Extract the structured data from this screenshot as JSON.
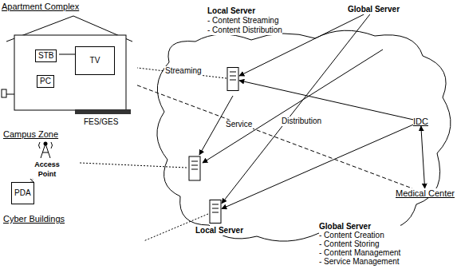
{
  "diagram": {
    "nodes": [
      {
        "text": [
          "Apartment Complex"
        ]
      },
      {
        "text": [
          "STB"
        ],
        "in": 0
      },
      {
        "text": [
          "TV"
        ],
        "in": 0
      },
      {
        "text": [
          "PC"
        ],
        "in": 0
      },
      {
        "text": [
          "Local Server",
          "- Content Streaming",
          "- Content Distribution"
        ]
      },
      {
        "text": [
          "Global Server"
        ]
      },
      {
        "text": [
          "IDC"
        ]
      },
      {
        "text": [
          "Access Point"
        ]
      },
      {
        "text": [
          "PDA"
        ]
      },
      {
        "text": [
          "Local Server"
        ]
      },
      {
        "text": [
          "Medical Center"
        ]
      },
      {
        "text": [
          "Global Server",
          "- Content Creation",
          "- Content Storing",
          "- Content Management",
          "- Service Management"
        ]
      }
    ],
    "edges": [
      {
        "from": 4,
        "to": 0,
        "arrow": "none"
      },
      {
        "from": 0,
        "to": 10,
        "arrow": "none"
      },
      {
        "from": 5,
        "to": 4,
        "arrow": "to"
      },
      {
        "from": 5,
        "to": 9,
        "arrow": "to"
      },
      {
        "from": 6,
        "to": 4,
        "arrow": "to"
      },
      {
        "from": 6,
        "to": 9,
        "arrow": "to"
      },
      {
        "from": 6,
        "to": 10,
        "arrow": "both"
      },
      {
        "from": 8,
        "to": 7,
        "arrow": "none"
      }
    ],
    "labels": [
      "FES/GES",
      "Streaming",
      "Distribution",
      "Service",
      "Campus Zone",
      "Cyber Buildings"
    ]
  }
}
